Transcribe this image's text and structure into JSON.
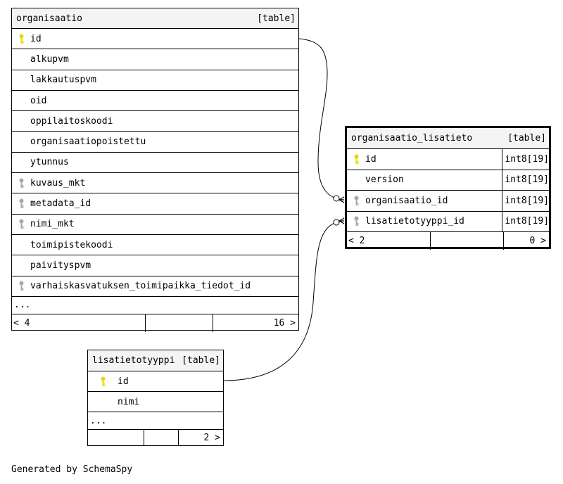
{
  "tables": {
    "organisaatio": {
      "name": "organisaatio",
      "tag": "[table]",
      "columns": [
        {
          "name": "id",
          "key": "primary"
        },
        {
          "name": "alkupvm",
          "key": ""
        },
        {
          "name": "lakkautuspvm",
          "key": ""
        },
        {
          "name": "oid",
          "key": ""
        },
        {
          "name": "oppilaitoskoodi",
          "key": ""
        },
        {
          "name": "organisaatiopoistettu",
          "key": ""
        },
        {
          "name": "ytunnus",
          "key": ""
        },
        {
          "name": "kuvaus_mkt",
          "key": "foreign"
        },
        {
          "name": "metadata_id",
          "key": "foreign"
        },
        {
          "name": "nimi_mkt",
          "key": "foreign"
        },
        {
          "name": "toimipistekoodi",
          "key": ""
        },
        {
          "name": "paivityspvm",
          "key": ""
        },
        {
          "name": "varhaiskasvatuksen_toimipaikka_tiedot_id",
          "key": "foreign"
        }
      ],
      "more": "...",
      "footer_left": "< 4",
      "footer_right": "16 >"
    },
    "organisaatio_lisatieto": {
      "name": "organisaatio_lisatieto",
      "tag": "[table]",
      "columns": [
        {
          "name": "id",
          "key": "primary",
          "type": "int8[19]"
        },
        {
          "name": "version",
          "key": "",
          "type": "int8[19]"
        },
        {
          "name": "organisaatio_id",
          "key": "foreign",
          "type": "int8[19]"
        },
        {
          "name": "lisatietotyyppi_id",
          "key": "foreign",
          "type": "int8[19]"
        }
      ],
      "footer_left": "< 2",
      "footer_right": "0 >"
    },
    "lisatietotyyppi": {
      "name": "lisatietotyyppi",
      "tag": "[table]",
      "columns": [
        {
          "name": "id",
          "key": "primary"
        },
        {
          "name": "nimi",
          "key": ""
        }
      ],
      "more": "...",
      "footer_left": "",
      "footer_right": "2 >"
    }
  },
  "caption": "Generated by SchemaSpy",
  "colors": {
    "primary_key": "#e6d800",
    "foreign_key": "#a8a8a8",
    "header_bg": "#f4f4f4"
  }
}
